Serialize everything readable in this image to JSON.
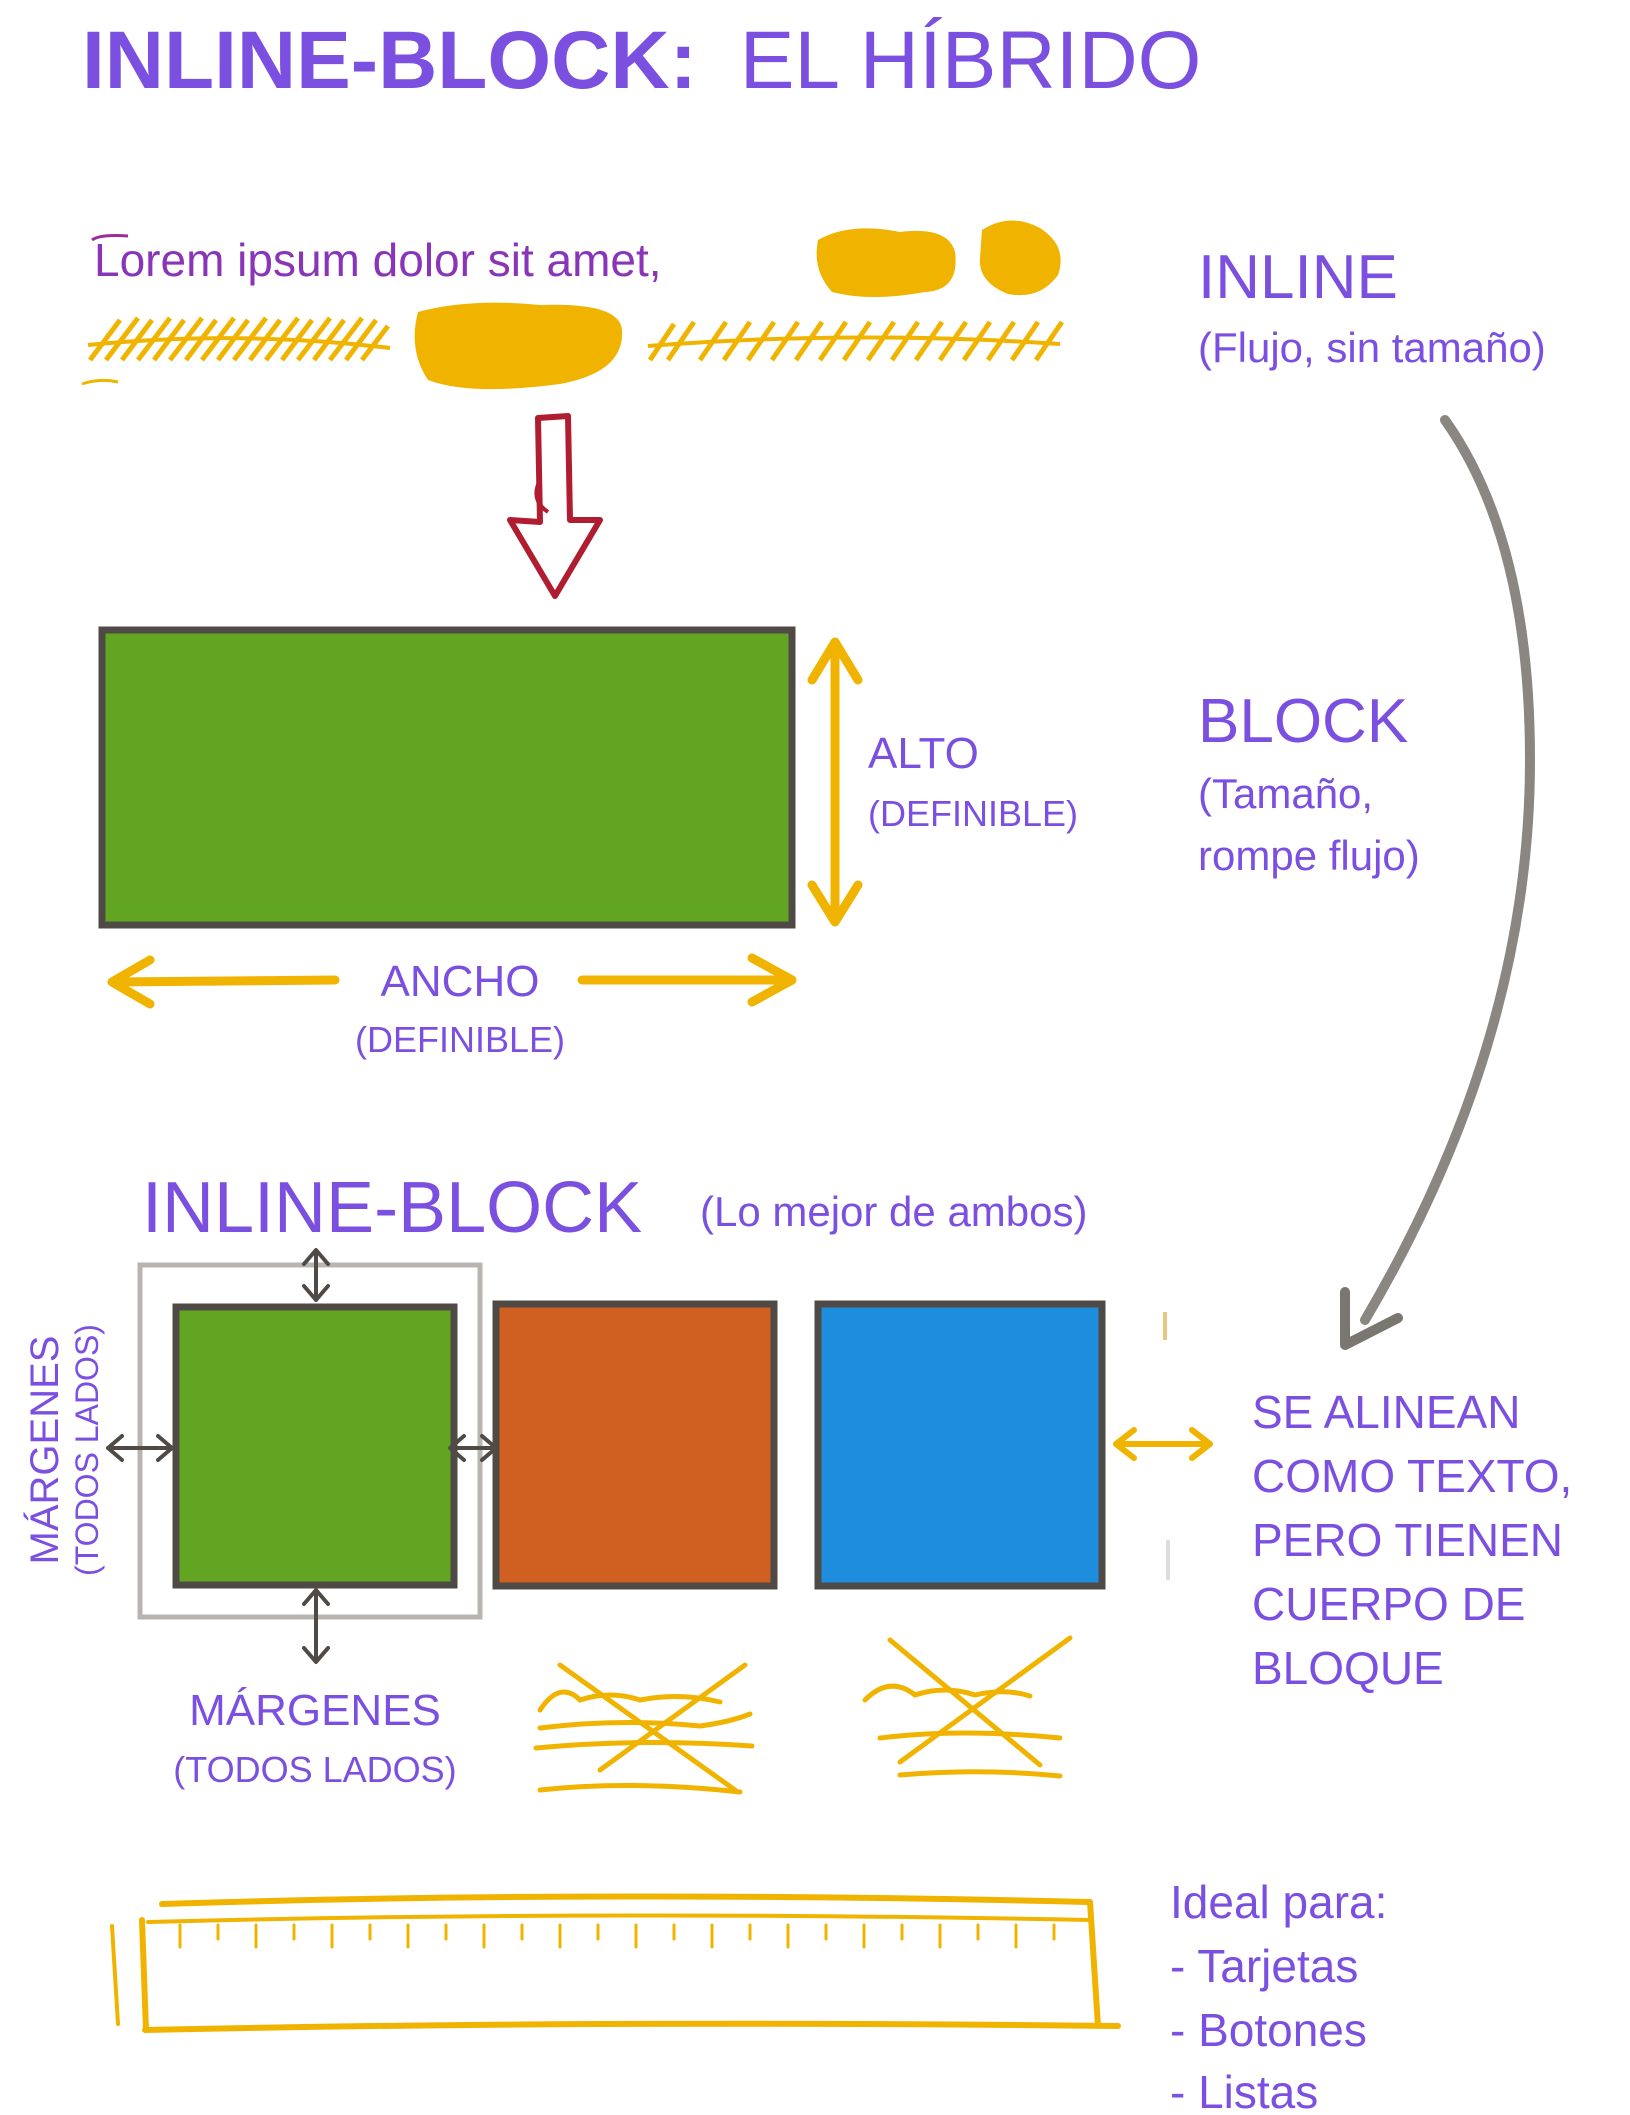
{
  "title": {
    "bold": "INLINE-BLOCK:",
    "light": "EL HÍBRIDO"
  },
  "inline_section": {
    "sample_text": "Lorem ipsum dolor sit amet,",
    "label": "INLINE",
    "description": "(Flujo, sin tamaño)"
  },
  "block_section": {
    "label": "BLOCK",
    "description_line1": "(Tamaño,",
    "description_line2": "rompe flujo)",
    "height_label": "ALTO",
    "height_note": "(DEFINIBLE)",
    "width_label": "ANCHO",
    "width_note": "(DEFINIBLE)"
  },
  "inline_block_section": {
    "label": "INLINE-BLOCK",
    "subtitle": "(Lo mejor de ambos)",
    "margins_vertical_label": "MÁRGENES",
    "margins_vertical_note": "(TODOS LADOS)",
    "margins_label": "MÁRGENES",
    "margins_note": "(TODOS LADOS)",
    "alignment_lines": [
      "SE ALINEAN",
      "COMO TEXTO,",
      "PERO TIENEN",
      "CUERPO DE",
      "BLOQUE"
    ]
  },
  "ideal_for": {
    "heading": "Ideal para:",
    "items": [
      "- Tarjetas",
      "- Botones",
      "- Listas"
    ]
  },
  "colors": {
    "purple": "#7b4fe0",
    "green": "#62a523",
    "orange": "#d05f22",
    "blue": "#1e8ddd",
    "yellow": "#f0b400",
    "red": "#b01c30",
    "gray": "#8a8782",
    "dark_gray": "#4f4a45"
  }
}
